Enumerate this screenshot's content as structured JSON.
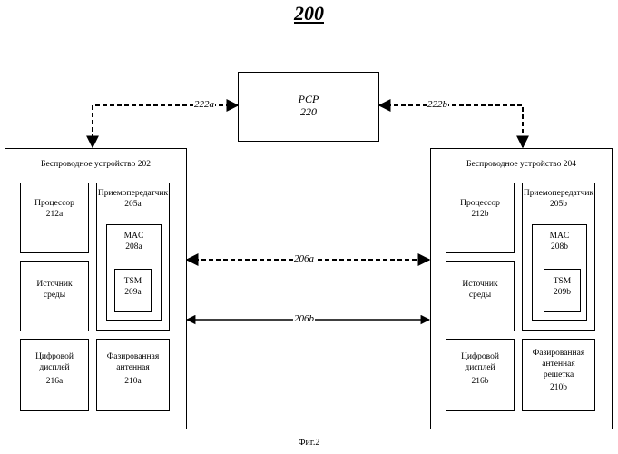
{
  "figure": {
    "number": "200",
    "caption": "Фиг.2"
  },
  "pcp": {
    "name": "PCP",
    "ref": "220"
  },
  "links": {
    "l222a": "222a",
    "l222b": "222b",
    "l206a": "206a",
    "l206b": "206b"
  },
  "device_a": {
    "title": "Беспроводное устройство 202",
    "processor": {
      "name": "Процессор",
      "ref": "212a"
    },
    "source": {
      "line1": "Источник",
      "line2": "среды"
    },
    "display": {
      "line1": "Цифровой",
      "line2": "дисплей",
      "ref": "216a"
    },
    "transceiver": {
      "name": "Приемопередатчик",
      "ref": "205a"
    },
    "mac": {
      "name": "MAC",
      "ref": "208a"
    },
    "tsm": {
      "name": "TSM",
      "ref": "209a"
    },
    "antenna": {
      "line1": "Фазированная",
      "line2": "антенная",
      "ref": "210a"
    }
  },
  "device_b": {
    "title": "Беспроводное устройство 204",
    "processor": {
      "name": "Процессор",
      "ref": "212b"
    },
    "source": {
      "line1": "Источник",
      "line2": "среды"
    },
    "display": {
      "line1": "Цифровой",
      "line2": "дисплей",
      "ref": "216b"
    },
    "transceiver": {
      "name": "Приемопередатчик",
      "ref": "205b"
    },
    "mac": {
      "name": "MAC",
      "ref": "208b"
    },
    "tsm": {
      "name": "TSM",
      "ref": "209b"
    },
    "antenna": {
      "line1": "Фазированная",
      "line2": "антенная",
      "line3": "решетка",
      "ref": "210b"
    }
  }
}
